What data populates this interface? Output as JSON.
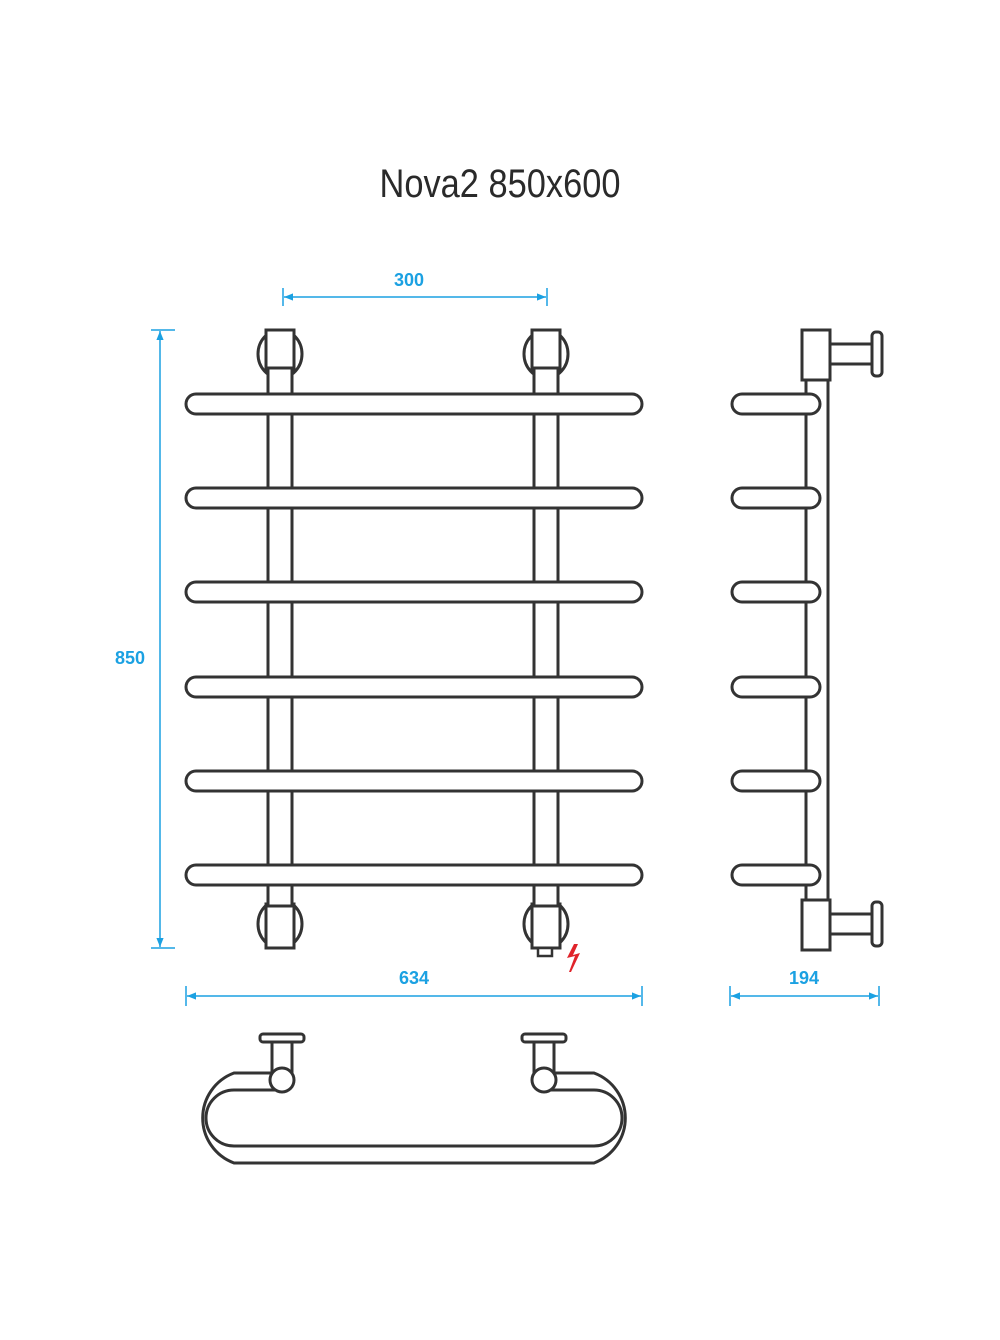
{
  "title": "Nova2 850x600",
  "dimensions": {
    "top_spacing": "300",
    "height": "850",
    "width": "634",
    "depth": "194"
  },
  "colors": {
    "line": "#333333",
    "dimension": "#1ba1e2",
    "electric": "#e0232a"
  },
  "icons": {
    "electric": "lightning-bolt-icon"
  }
}
